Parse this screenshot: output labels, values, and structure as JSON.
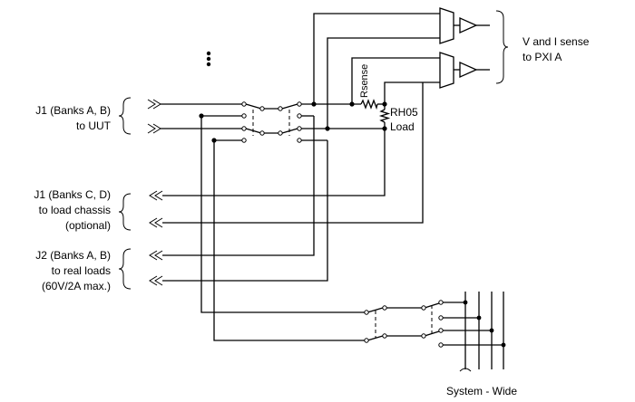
{
  "labels": {
    "j1_ab": [
      "J1 (Banks A,  B)",
      "to UUT"
    ],
    "j1_cd": [
      "J1 (Banks C, D)",
      "to load chassis",
      "(optional)"
    ],
    "j2_ab": [
      "J2 (Banks A, B)",
      "to real loads",
      "(60V/2A max.)"
    ],
    "sense": [
      "V and I sense",
      "to PXI A"
    ],
    "rsense": "Rsense",
    "rh05": "RH05",
    "load": "Load",
    "system_wide": "System - Wide"
  }
}
